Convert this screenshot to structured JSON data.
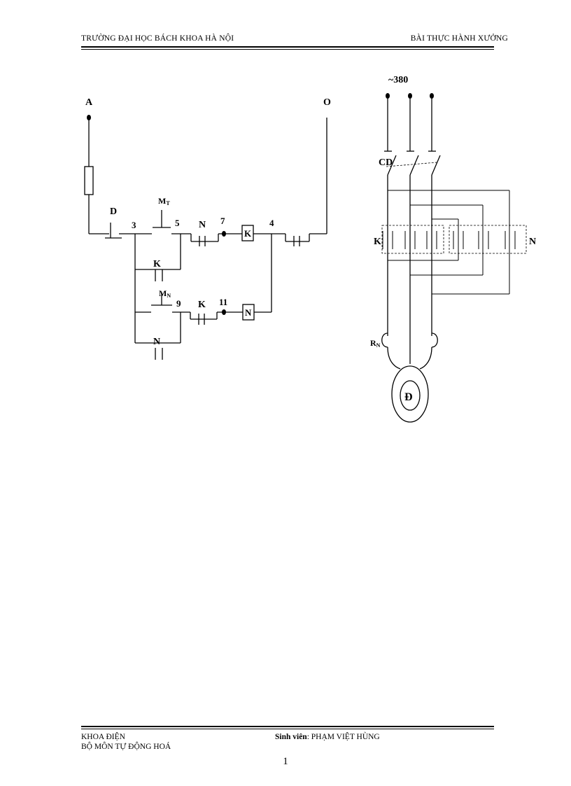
{
  "header": {
    "university": "TRƯỜNG ĐẠI HỌC BÁCH KHOA HÀ NỘI",
    "course": "BÀI THỰC HÀNH XƯỞNG"
  },
  "control_circuit": {
    "phase_terminal": "A",
    "neutral_terminal": "O",
    "stop_button": "D",
    "node_3": "3",
    "node_5": "5",
    "node_7": "7",
    "node_4": "4",
    "node_9": "9",
    "node_11": "11",
    "forward_button_main": "M",
    "forward_button_sub": "T",
    "reverse_button_main": "M",
    "reverse_button_sub": "N",
    "interlock_n_contact": "N",
    "k_hold_contact": "K",
    "k_coil": "K",
    "interlock_k_contact": "K",
    "n_coil": "N",
    "n_hold_contact": "N"
  },
  "power_circuit": {
    "supply_label": "~380",
    "switch_label": "CD",
    "contactor_k_label": "K",
    "contactor_n_label": "N",
    "thermal_relay_main": "R",
    "thermal_relay_sub": "N",
    "motor_label": "Đ"
  },
  "footer": {
    "faculty": "KHOA ĐIỆN",
    "department": "BỘ MÔN TỰ ĐỘNG HOÁ",
    "student_label": "Sinh viên",
    "student_name": ": PHẠM VIỆT HÙNG",
    "page_number": "1"
  }
}
